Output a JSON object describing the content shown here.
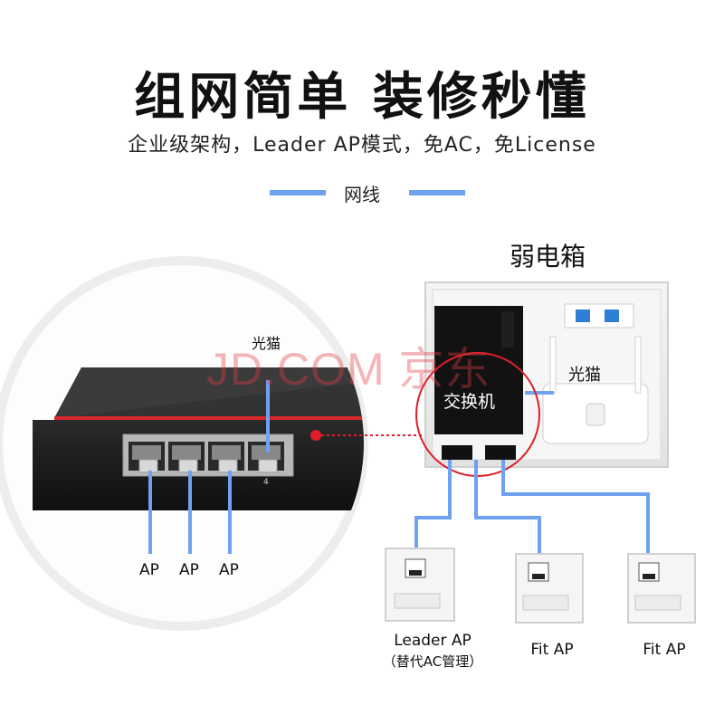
{
  "header": {
    "title": "组网简单  装修秒懂",
    "subtitle": "企业级架构，Leader AP模式，免AC，免License"
  },
  "legend": {
    "label": "网线",
    "line_color": "#6ea1f0"
  },
  "watermark": {
    "text": "JD.COM 京东"
  },
  "switch_zoom": {
    "port_number": "4",
    "modem_label": "光猫",
    "ap_labels": [
      "AP",
      "AP",
      "AP"
    ]
  },
  "cabinet": {
    "title": "弱电箱",
    "switch_label": "交换机",
    "modem_label": "光猫"
  },
  "access_points": [
    {
      "name": "Leader AP",
      "note": "（替代AC管理）"
    },
    {
      "name": "Fit AP",
      "note": ""
    },
    {
      "name": "Fit AP",
      "note": ""
    }
  ],
  "colors": {
    "cable": "#6ea1f0",
    "highlight": "#e01e28",
    "switch_body": "#1c1c1c",
    "switch_stripe": "#d8262c"
  }
}
